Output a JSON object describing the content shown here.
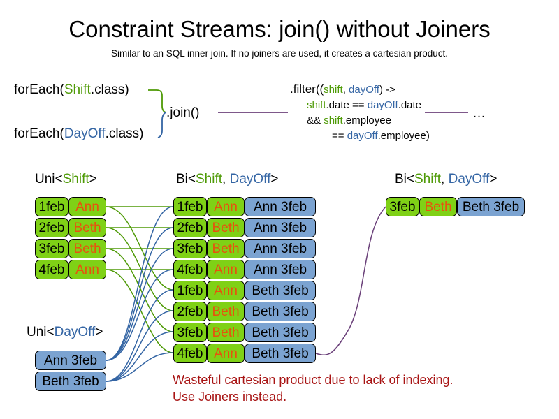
{
  "slide": {
    "title": "Constraint Streams: join() without Joiners",
    "subtitle": "Similar to an SQL inner join. If no joiners are used, it creates a cartesian product."
  },
  "code": {
    "forEach_shift": {
      "prefix": "forEach(",
      "type": "Shift",
      "suffix": ".class)"
    },
    "forEach_dayoff": {
      "prefix": "forEach(",
      "type": "DayOff",
      "suffix": ".class)"
    },
    "join_label": ".join()",
    "filter": {
      "line1_a": ".filter((",
      "line1_shift": "shift",
      "line1_comma": ", ",
      "line1_dayoff": "dayOff",
      "line1_b": ") ->",
      "line2_shift": "shift",
      "line2_mid": ".date == ",
      "line2_dayoff": "dayOff",
      "line2_end": ".date",
      "line3_a": "&& ",
      "line3_shift": "shift",
      "line3_end": ".employee",
      "line4_a": "== ",
      "line4_dayoff": "dayOff",
      "line4_end": ".employee)"
    },
    "ellipsis": "…"
  },
  "labels": {
    "uni_shift": {
      "prefix": "Uni<",
      "type": "Shift",
      "suffix": ">"
    },
    "bi_middle": {
      "prefix": "Bi<",
      "type_a": "Shift",
      "comma": ", ",
      "type_b": "DayOff",
      "suffix": ">"
    },
    "bi_right": {
      "prefix": "Bi<",
      "type_a": "Shift",
      "comma": ", ",
      "type_b": "DayOff",
      "suffix": ">"
    },
    "uni_dayoff": {
      "prefix": "Uni<",
      "type": "DayOff",
      "suffix": ">"
    }
  },
  "shift_stream": [
    {
      "date": "1feb",
      "employee": "Ann"
    },
    {
      "date": "2feb",
      "employee": "Beth"
    },
    {
      "date": "3feb",
      "employee": "Beth"
    },
    {
      "date": "4feb",
      "employee": "Ann"
    }
  ],
  "dayoff_stream": [
    {
      "text": "Ann 3feb"
    },
    {
      "text": "Beth 3feb"
    }
  ],
  "cartesian_stream": [
    {
      "date": "1feb",
      "employee": "Ann",
      "dayoff": "Ann 3feb"
    },
    {
      "date": "2feb",
      "employee": "Beth",
      "dayoff": "Ann 3feb"
    },
    {
      "date": "3feb",
      "employee": "Beth",
      "dayoff": "Ann 3feb"
    },
    {
      "date": "4feb",
      "employee": "Ann",
      "dayoff": "Ann 3feb"
    },
    {
      "date": "1feb",
      "employee": "Ann",
      "dayoff": "Beth 3feb"
    },
    {
      "date": "2feb",
      "employee": "Beth",
      "dayoff": "Beth 3feb"
    },
    {
      "date": "3feb",
      "employee": "Beth",
      "dayoff": "Beth 3feb"
    },
    {
      "date": "4feb",
      "employee": "Ann",
      "dayoff": "Beth 3feb"
    }
  ],
  "result_stream": [
    {
      "date": "3feb",
      "employee": "Beth",
      "dayoff": "Beth 3feb"
    }
  ],
  "warning": {
    "line1": "Wasteful cartesian product due to lack of indexing.",
    "line2": "Use Joiners instead."
  },
  "colors": {
    "shift_green": "#7fd116",
    "dayoff_blue": "#7ba3d1",
    "employee_orange": "#e7520e",
    "type_green": "#4e9a06",
    "type_blue": "#3465a4",
    "warning_red": "#a81414",
    "wire_purple": "#6b417a"
  }
}
